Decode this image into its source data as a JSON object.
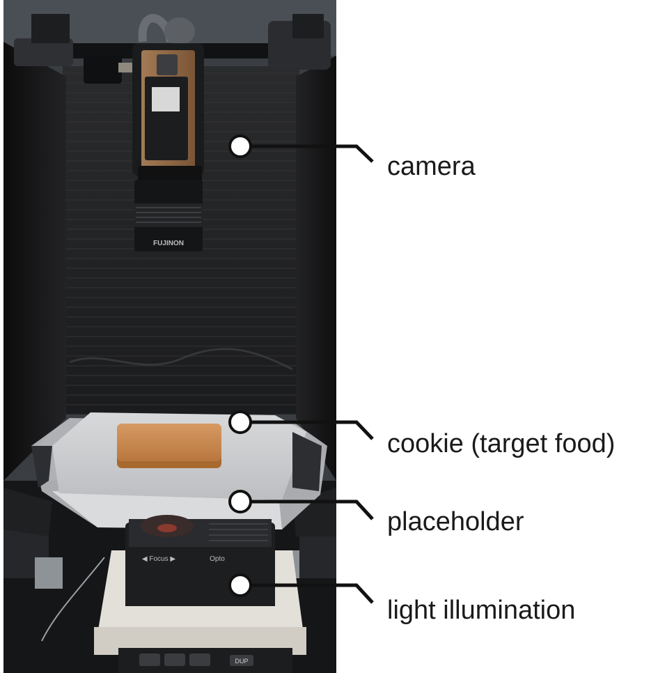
{
  "labels": {
    "camera": "camera",
    "cookie": "cookie (target food)",
    "placeholder": "placeholder",
    "light": "light illumination"
  },
  "device": {
    "lens_brand": "FUJINON",
    "button_focus": "◀ Focus ▶",
    "brand_mark": "Opto",
    "remote_button": "DUP"
  },
  "colors": {
    "background": "#ffffff",
    "enclosure": "#1c1c1e",
    "cookie": "#c98a52",
    "callout": "#111111"
  },
  "icons": {
    "marker": "white-dot-marker"
  }
}
